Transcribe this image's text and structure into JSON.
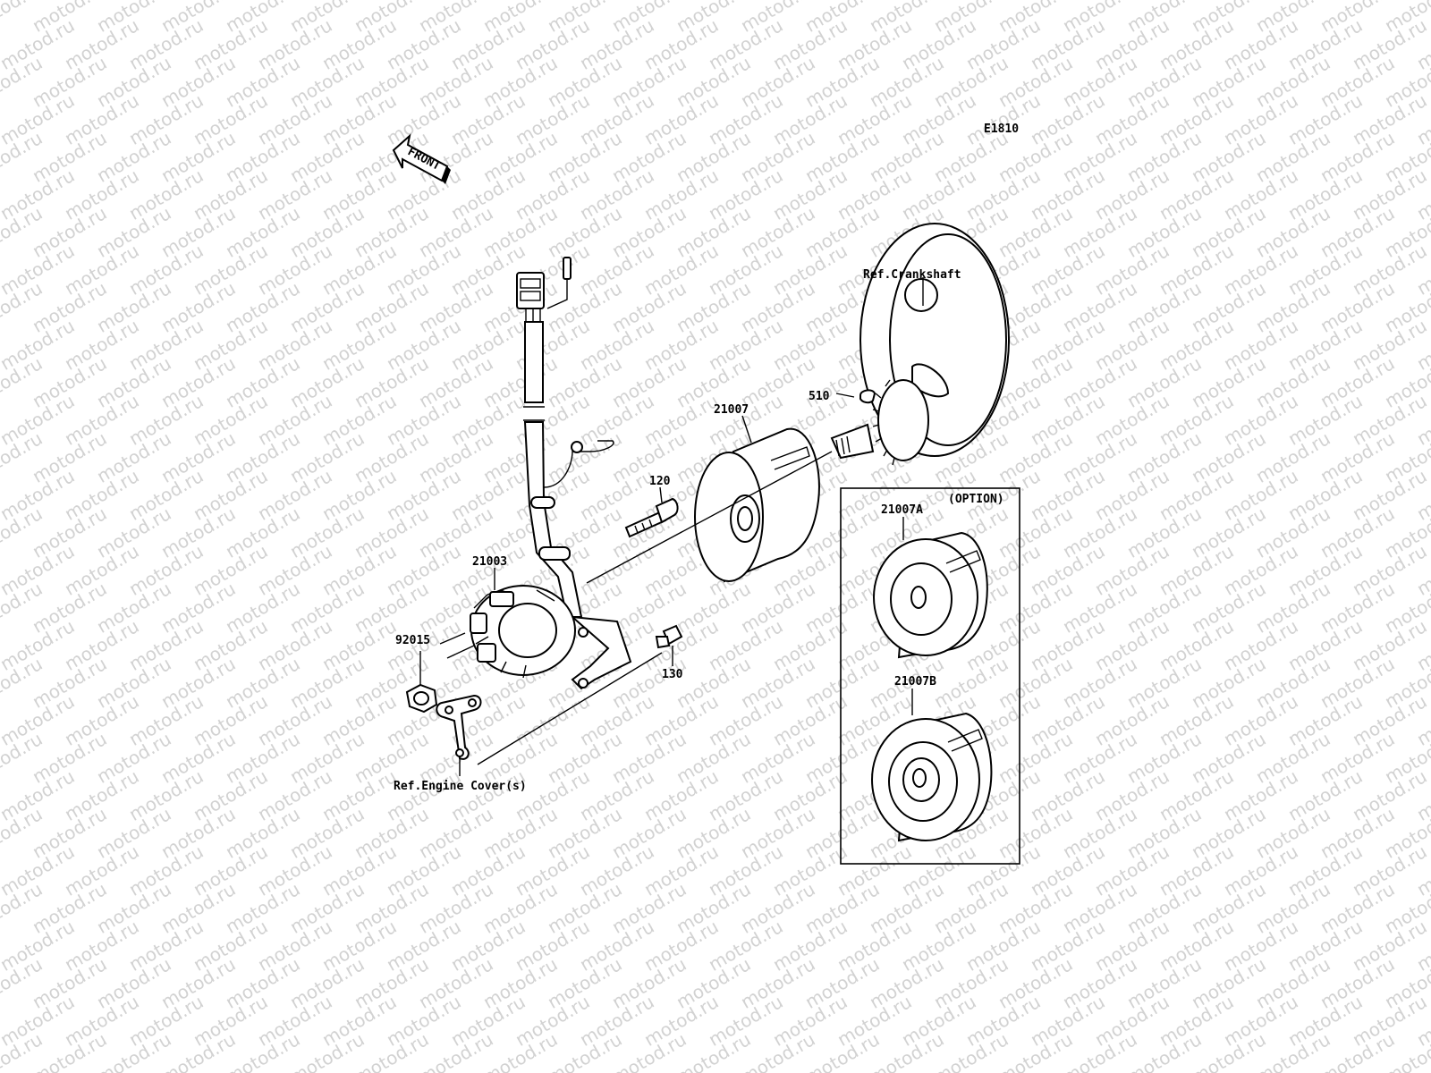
{
  "watermark": "motod.ru",
  "figure_code": "E1810",
  "front_label": "FRONT",
  "option_label": "(OPTION)",
  "labels": {
    "ref_crankshaft": "Ref.Crankshaft",
    "p510": "510",
    "p21007": "21007",
    "p120": "120",
    "p21003": "21003",
    "p92015": "92015",
    "p130": "130",
    "ref_engine_cover": "Ref.Engine Cover(s)",
    "p21007A": "21007A",
    "p21007B": "21007B"
  }
}
